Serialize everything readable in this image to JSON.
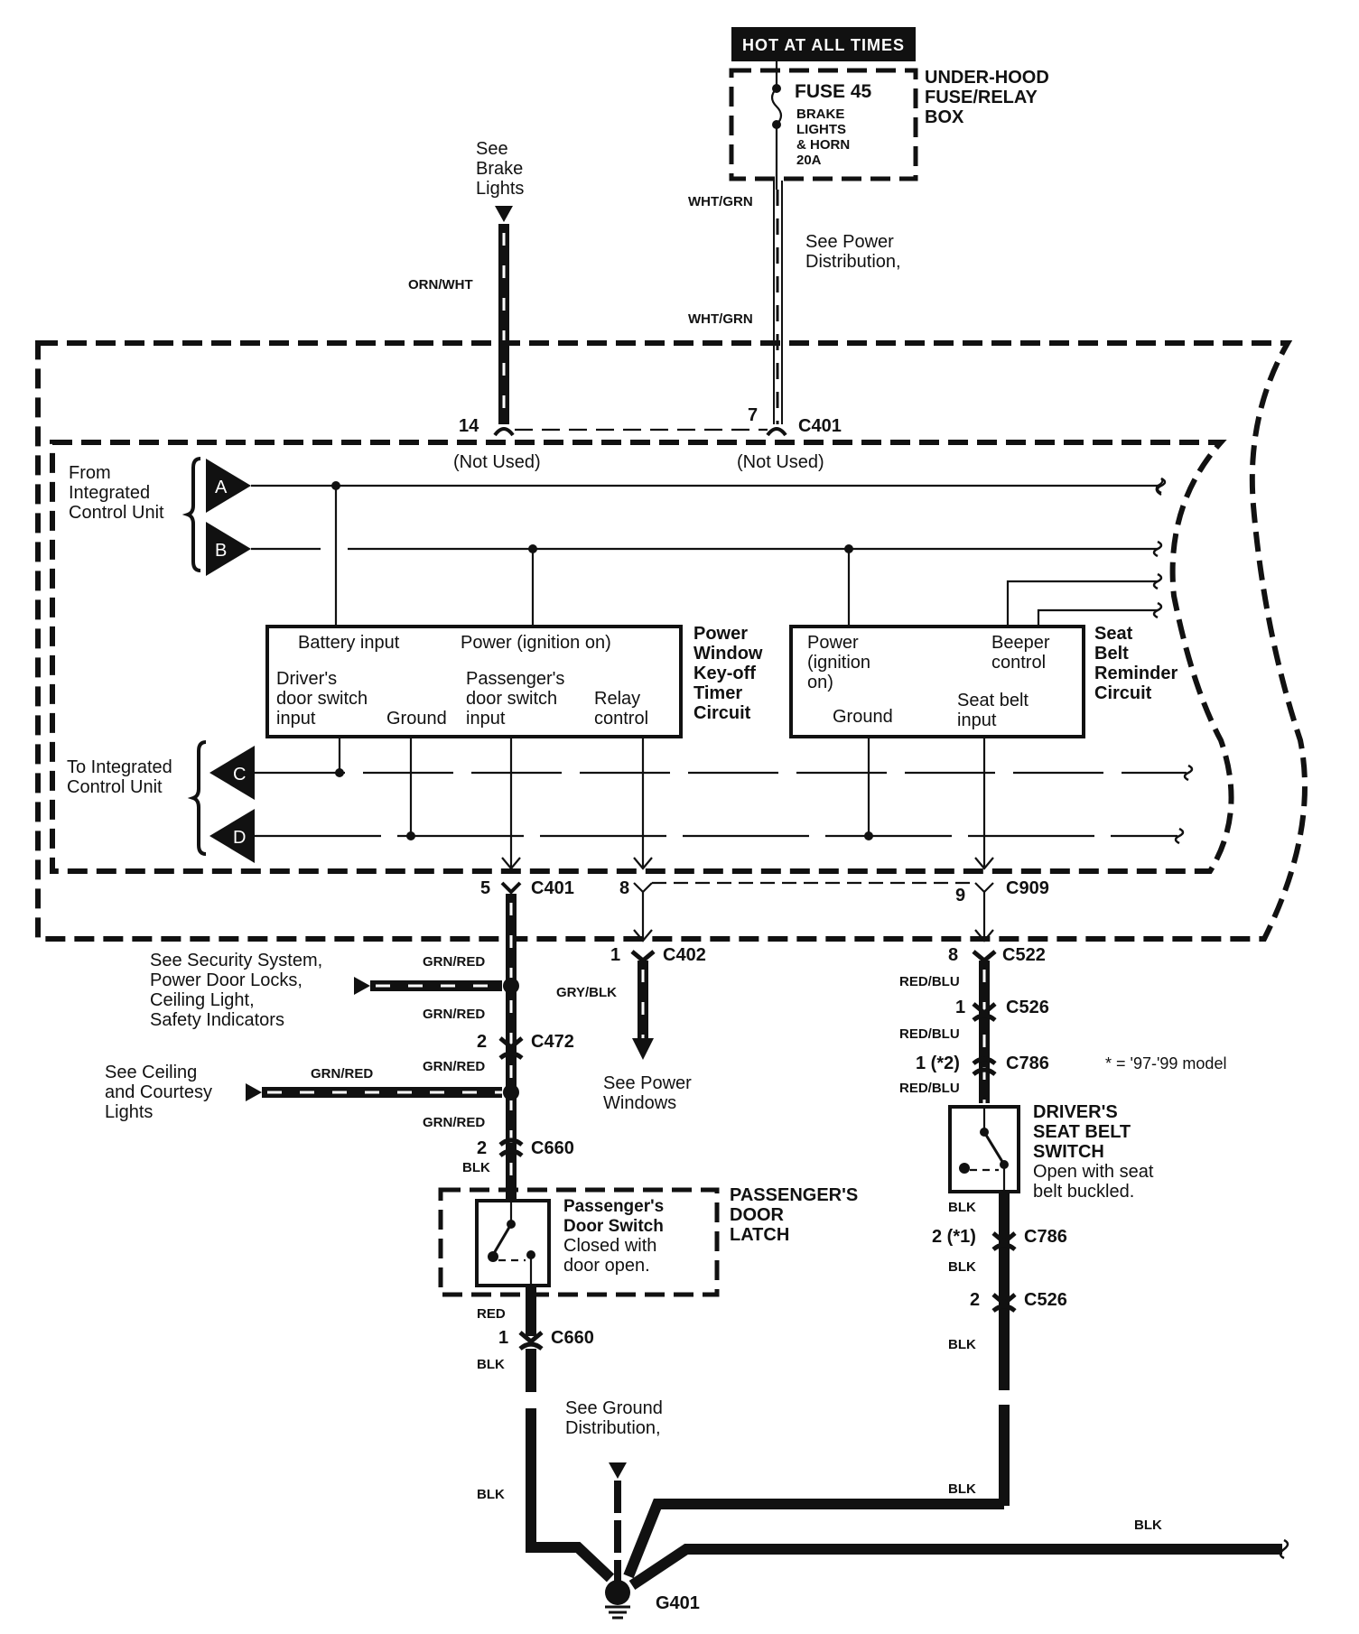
{
  "diagram": {
    "title_banner": "HOT AT ALL TIMES",
    "fuse_box": {
      "fuse_name": "FUSE 45",
      "fuse_desc": [
        "BRAKE",
        "LIGHTS",
        "& HORN",
        "20A"
      ],
      "box_label": [
        "UNDER-HOOD",
        "FUSE/RELAY",
        "BOX"
      ]
    },
    "refs": {
      "brake_lights": [
        "See",
        "Brake",
        "Lights"
      ],
      "power_distribution": [
        "See Power",
        "Distribution,"
      ],
      "security": [
        "See Security System,",
        "Power Door Locks,",
        "Ceiling Light,",
        "Safety Indicators"
      ],
      "ceiling_courtesy": [
        "See Ceiling",
        "and Courtesy",
        "Lights"
      ],
      "power_windows": [
        "See Power",
        "Windows"
      ],
      "ground_distribution": [
        "See Ground",
        "Distribution,"
      ]
    },
    "wires": {
      "orn_wht": "ORN/WHT",
      "wht_grn_1": "WHT/GRN",
      "wht_grn_2": "WHT/GRN",
      "grn_red_1": "GRN/RED",
      "grn_red_2": "GRN/RED",
      "grn_red_3": "GRN/RED",
      "grn_red_4": "GRN/RED",
      "grn_red_branch": "GRN/RED",
      "gry_blk": "GRY/BLK",
      "red_blu_1": "RED/BLU",
      "red_blu_2": "RED/BLU",
      "red_blu_3": "RED/BLU",
      "blk_pass_top": "BLK",
      "red_pass": "RED",
      "blk_pass_bottom": "BLK",
      "blk_pass_ground": "BLK",
      "blk_drv_1": "BLK",
      "blk_drv_2": "BLK",
      "blk_drv_3": "BLK",
      "blk_drv_ground": "BLK",
      "blk_right": "BLK"
    },
    "connectors": {
      "c401_top": {
        "pin_a": "14",
        "pin_b": "7",
        "name": "C401"
      },
      "not_used_1": "(Not Used)",
      "not_used_2": "(Not Used)",
      "c401_bottom": {
        "pin": "5",
        "name": "C401"
      },
      "c401_8": {
        "pin": "8"
      },
      "c909": {
        "pin": "9",
        "name": "C909"
      },
      "c402": {
        "pin": "1",
        "name": "C402"
      },
      "c522": {
        "pin": "8",
        "name": "C522"
      },
      "c526_top": {
        "pin": "1",
        "name": "C526"
      },
      "c786_top": {
        "pin": "1 (*2)",
        "name": "C786"
      },
      "c472": {
        "pin": "2",
        "name": "C472"
      },
      "c660_top": {
        "pin": "2",
        "name": "C660"
      },
      "c660_bottom": {
        "pin": "1",
        "name": "C660"
      },
      "c786_bottom": {
        "pin": "2 (*1)",
        "name": "C786"
      },
      "c526_bottom": {
        "pin": "2",
        "name": "C526"
      },
      "g401": "G401"
    },
    "footnote": "* = '97-'99 model",
    "icu": {
      "from_label": [
        "From",
        "Integrated",
        "Control Unit"
      ],
      "to_label": [
        "To Integrated",
        "Control Unit"
      ],
      "terminals": [
        "A",
        "B",
        "C",
        "D"
      ]
    },
    "pw_timer": {
      "title": [
        "Power",
        "Window",
        "Key-off",
        "Timer",
        "Circuit"
      ],
      "battery_input": "Battery input",
      "power_ign": "Power (ignition on)",
      "driver_switch": [
        "Driver's",
        "door switch",
        "input"
      ],
      "ground": "Ground",
      "passenger_switch": [
        "Passenger's",
        "door switch",
        "input"
      ],
      "relay_control": [
        "Relay",
        "control"
      ]
    },
    "seat_belt_circuit": {
      "title": [
        "Seat",
        "Belt",
        "Reminder",
        "Circuit"
      ],
      "power": [
        "Power",
        "(ignition",
        "on)"
      ],
      "beeper": [
        "Beeper",
        "control"
      ],
      "ground": "Ground",
      "seat_belt_input": [
        "Seat belt",
        "input"
      ]
    },
    "passenger_latch": {
      "switch_title": [
        "Passenger's",
        "Door Switch"
      ],
      "switch_desc": [
        "Closed with",
        "door open."
      ],
      "latch_label": [
        "PASSENGER'S",
        "DOOR",
        "LATCH"
      ]
    },
    "driver_seat_belt": {
      "label": [
        "DRIVER'S",
        "SEAT BELT",
        "SWITCH"
      ],
      "desc": [
        "Open with seat",
        "belt buckled."
      ]
    }
  }
}
